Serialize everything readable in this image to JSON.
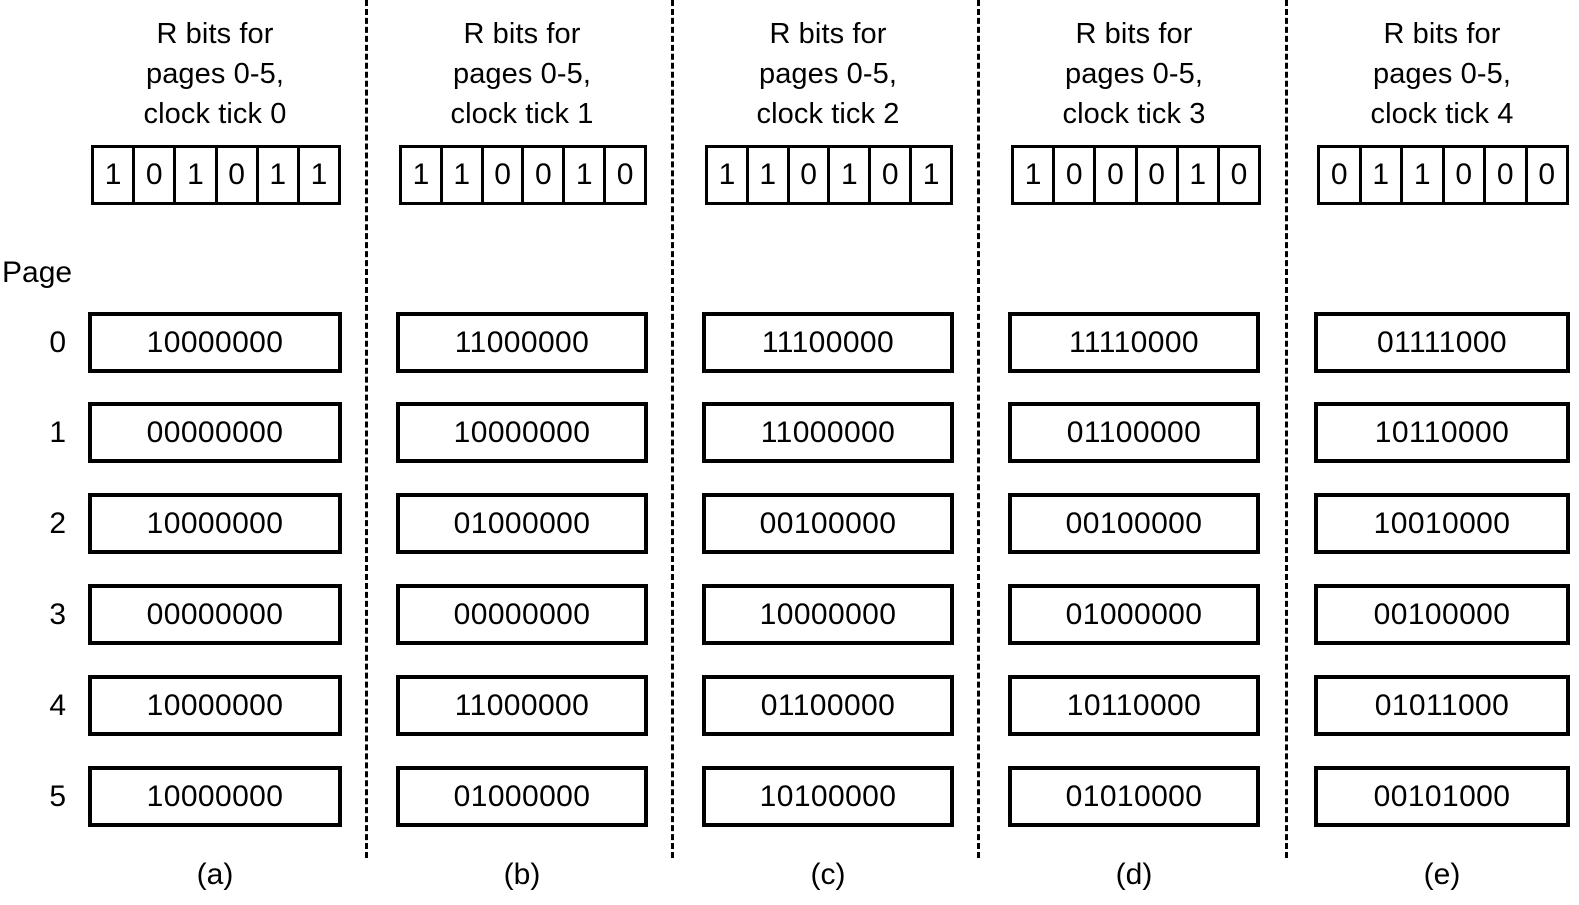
{
  "figure": {
    "page_axis_label": "Page",
    "page_indices": [
      "0",
      "1",
      "2",
      "3",
      "4",
      "5"
    ],
    "heading_template": "R bits for\npages 0-5,\nclock tick",
    "colors": {
      "ink": "#000000",
      "background": "#ffffff"
    }
  },
  "columns": [
    {
      "id": "a",
      "subcaption": "(a)",
      "heading": "R bits for\npages 0-5,\nclock tick 0",
      "clock_tick": "0",
      "r_bits": [
        "1",
        "0",
        "1",
        "0",
        "1",
        "1"
      ],
      "counters": [
        "10000000",
        "00000000",
        "10000000",
        "00000000",
        "10000000",
        "10000000"
      ]
    },
    {
      "id": "b",
      "subcaption": "(b)",
      "heading": "R bits for\npages 0-5,\nclock tick 1",
      "clock_tick": "1",
      "r_bits": [
        "1",
        "1",
        "0",
        "0",
        "1",
        "0"
      ],
      "counters": [
        "11000000",
        "10000000",
        "01000000",
        "00000000",
        "11000000",
        "01000000"
      ]
    },
    {
      "id": "c",
      "subcaption": "(c)",
      "heading": "R bits for\npages 0-5,\nclock tick 2",
      "clock_tick": "2",
      "r_bits": [
        "1",
        "1",
        "0",
        "1",
        "0",
        "1"
      ],
      "counters": [
        "11100000",
        "11000000",
        "00100000",
        "10000000",
        "01100000",
        "10100000"
      ]
    },
    {
      "id": "d",
      "subcaption": "(d)",
      "heading": "R bits for\npages 0-5,\nclock tick 3",
      "clock_tick": "3",
      "r_bits": [
        "1",
        "0",
        "0",
        "0",
        "1",
        "0"
      ],
      "counters": [
        "11110000",
        "01100000",
        "00100000",
        "01000000",
        "10110000",
        "01010000"
      ]
    },
    {
      "id": "e",
      "subcaption": "(e)",
      "heading": "R bits for\npages 0-5,\nclock tick 4",
      "clock_tick": "4",
      "r_bits": [
        "0",
        "1",
        "1",
        "0",
        "0",
        "0"
      ],
      "counters": [
        "01111000",
        "10110000",
        "10010000",
        "00100000",
        "01011000",
        "00101000"
      ]
    }
  ]
}
